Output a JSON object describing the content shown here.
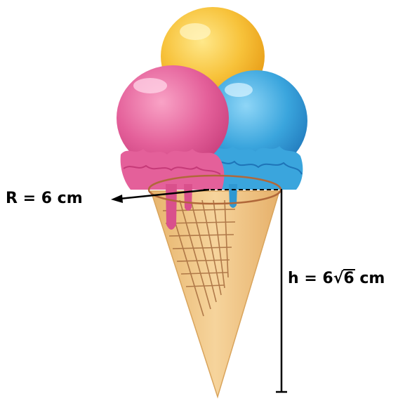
{
  "labels": {
    "radius": "R = 6 cm",
    "height_prefix": "h = 6",
    "height_root_symbol": "√",
    "height_root_arg": "6",
    "height_unit": " cm"
  },
  "colors": {
    "scoop_yellow": "#f7b82a",
    "scoop_pink": "#e4609a",
    "scoop_blue": "#3aa5dd",
    "cone": "#f1c88a",
    "cone_lines": "#a46a3c",
    "rim_ellipse": "#b0683a",
    "annotation": "#000000"
  }
}
